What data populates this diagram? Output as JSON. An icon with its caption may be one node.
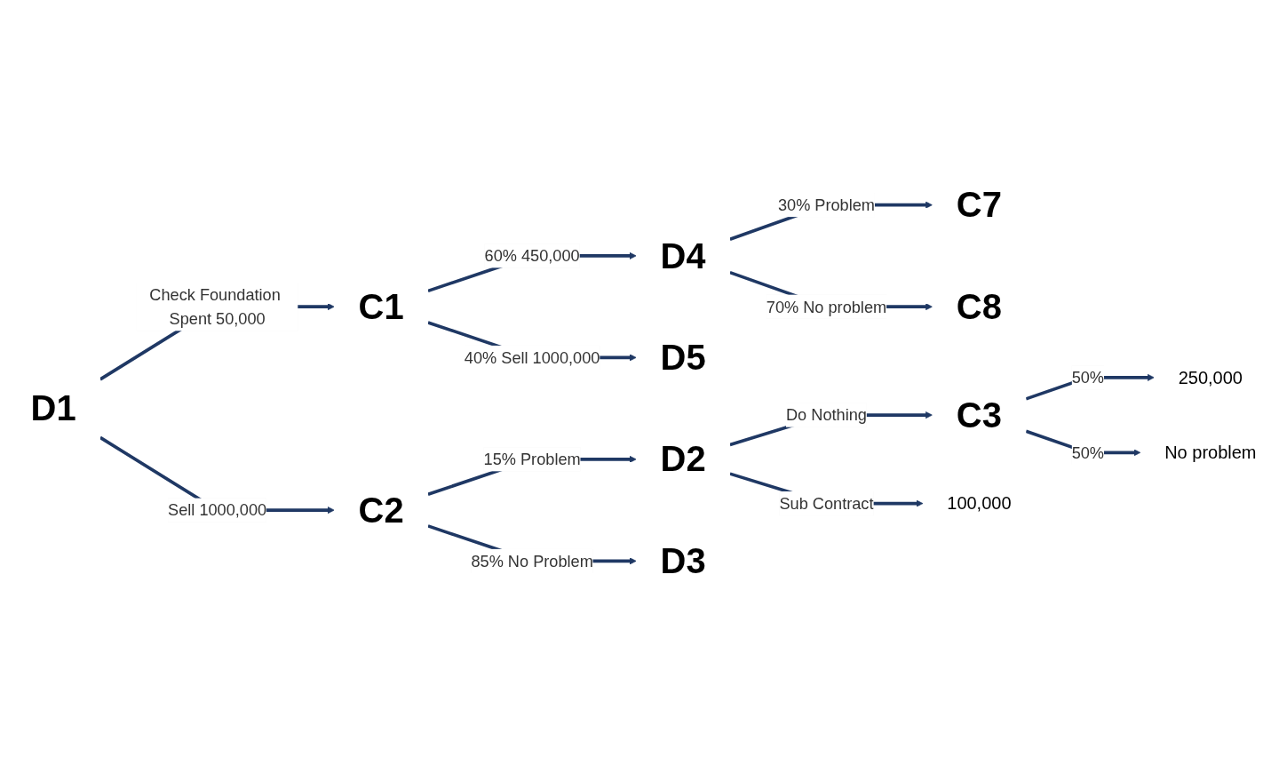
{
  "diagram": {
    "nodes": [
      {
        "text": [
          "D1"
        ]
      },
      {
        "text": [
          "C1"
        ]
      },
      {
        "text": [
          "D4"
        ]
      },
      {
        "text": [
          "C7"
        ]
      },
      {
        "text": [
          "C8"
        ]
      },
      {
        "text": [
          "D5"
        ]
      },
      {
        "text": [
          "C2"
        ]
      },
      {
        "text": [
          "D2"
        ]
      },
      {
        "text": [
          "C3"
        ]
      },
      {
        "text": [
          "250,000"
        ]
      },
      {
        "text": [
          "No problem"
        ]
      },
      {
        "text": [
          "100,000"
        ]
      },
      {
        "text": [
          "D3"
        ]
      }
    ],
    "edges": [
      {
        "from": 0,
        "to": 1,
        "arrow": "to",
        "label": "Check Foundation Spent 50,000"
      },
      {
        "from": 0,
        "to": 6,
        "arrow": "to",
        "label": "Sell 1000,000"
      },
      {
        "from": 1,
        "to": 2,
        "arrow": "to",
        "label": "60% 450,000"
      },
      {
        "from": 1,
        "to": 5,
        "arrow": "to",
        "label": "40% Sell 1000,000"
      },
      {
        "from": 2,
        "to": 3,
        "arrow": "to",
        "label": "30% Problem"
      },
      {
        "from": 2,
        "to": 4,
        "arrow": "to",
        "label": "70% No problem"
      },
      {
        "from": 6,
        "to": 7,
        "arrow": "to",
        "label": "15% Problem"
      },
      {
        "from": 6,
        "to": 12,
        "arrow": "to",
        "label": "85% No Problem"
      },
      {
        "from": 7,
        "to": 8,
        "arrow": "to",
        "label": "Do Nothing"
      },
      {
        "from": 7,
        "to": 11,
        "arrow": "to",
        "label": "Sub Contract"
      },
      {
        "from": 8,
        "to": 9,
        "arrow": "to",
        "label": "50%"
      },
      {
        "from": 8,
        "to": 10,
        "arrow": "to",
        "label": "50%"
      }
    ]
  }
}
